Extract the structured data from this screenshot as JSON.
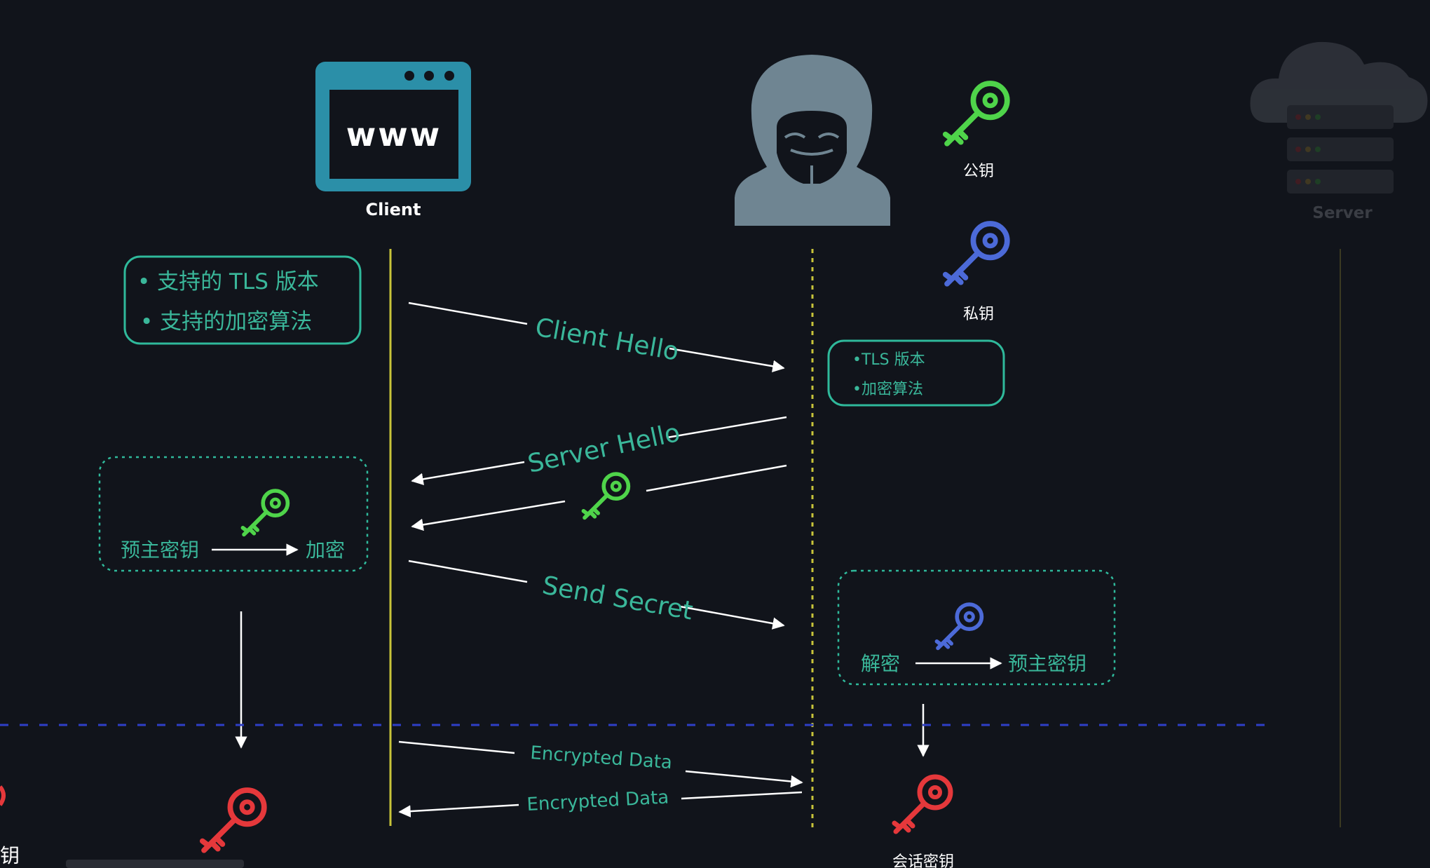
{
  "colors": {
    "background": "#11141b",
    "teal": "#2fb99b",
    "teal_text": "#3ab79a",
    "client_blue": "#2b8fa8",
    "hacker_gray": "#6f8592",
    "green_key": "#4fd44a",
    "blue_key": "#4c6ad8",
    "red_key": "#e5383b",
    "yellow_line": "#c8c43a",
    "dashed_blue": "#2f3fc8"
  },
  "icons": [
    "browser-window-icon",
    "hacker-icon",
    "cloud-server-icon",
    "key-icon"
  ],
  "client": {
    "window_text": "www",
    "label": "Client"
  },
  "server": {
    "label": "Server"
  },
  "keys": {
    "public_label": "公钥",
    "private_label": "私钥"
  },
  "client_box": {
    "line1": "• 支持的 TLS 版本",
    "line2": "• 支持的加密算法"
  },
  "attacker_box": {
    "line1": "•TLS 版本",
    "line2": "•加密算法"
  },
  "messages": {
    "client_hello": "Client Hello",
    "server_hello": "Server Hello",
    "send_secret": "Send Secret",
    "encrypted_data_1": "Encrypted Data",
    "encrypted_data_2": "Encrypted Data"
  },
  "encrypt_box": {
    "from": "预主密钥",
    "to": "加密"
  },
  "decrypt_box": {
    "from": "解密",
    "to": "预主密钥"
  },
  "session_key_label": "会话密钥",
  "left_edge_label": "钥"
}
